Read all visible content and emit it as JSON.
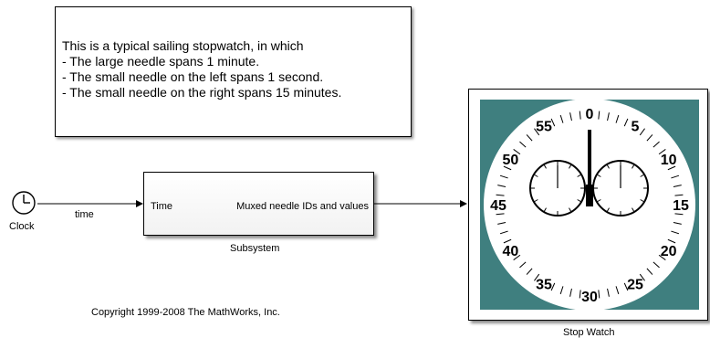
{
  "annotation": {
    "lines": [
      "This is a typical sailing stopwatch, in which",
      "- The large needle spans 1 minute.",
      "- The small needle on the left spans 1 second.",
      "- The small needle on the right spans 15 minutes."
    ]
  },
  "blocks": {
    "clock": {
      "label": "Clock"
    },
    "subsystem": {
      "label": "Subsystem",
      "input_port": "Time",
      "output_port": "Muxed needle IDs and values"
    },
    "stopwatch": {
      "label": "Stop Watch",
      "dial_numbers": [
        "0",
        "5",
        "10",
        "15",
        "20",
        "25",
        "30",
        "35",
        "40",
        "45",
        "50",
        "55"
      ],
      "colors": {
        "frame": "#3f7f7f",
        "face": "#ffffff",
        "ink": "#000000"
      },
      "needles": {
        "large_seconds_of_minute": 0,
        "small_left_fraction_of_second": 0,
        "small_right_minutes_of_15": 0
      }
    }
  },
  "signals": {
    "clock_to_subsystem": "time"
  },
  "footer": {
    "copyright": "Copyright 1999-2008 The MathWorks, Inc."
  }
}
